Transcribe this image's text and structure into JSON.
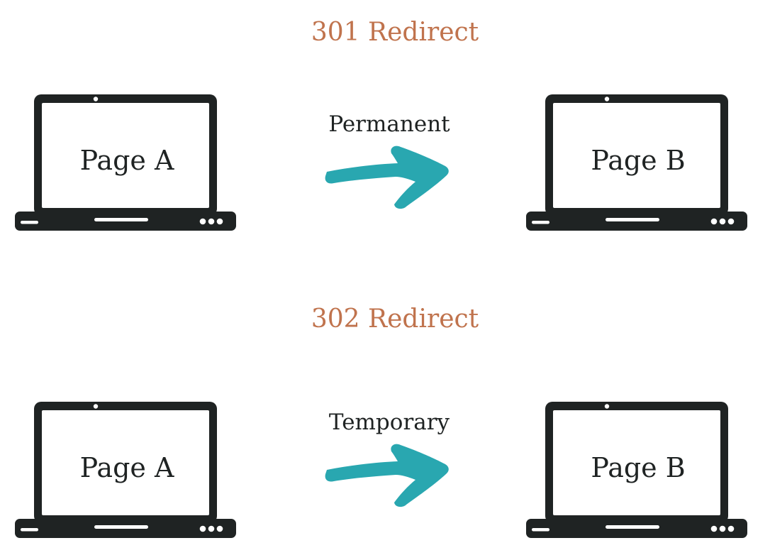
{
  "diagram": {
    "colors": {
      "background": "#ffffff",
      "accent_orange": "#c0734d",
      "accent_teal": "#29a7b0",
      "ink": "#1f2323",
      "screen_white": "#ffffff"
    },
    "sections": [
      {
        "title": "301 Redirect",
        "arrow_label": "Permanent",
        "source_laptop_screen": "Page A",
        "target_laptop_screen": "Page B"
      },
      {
        "title": "302 Redirect",
        "arrow_label": "Temporary",
        "source_laptop_screen": "Page A",
        "target_laptop_screen": "Page B"
      }
    ]
  }
}
